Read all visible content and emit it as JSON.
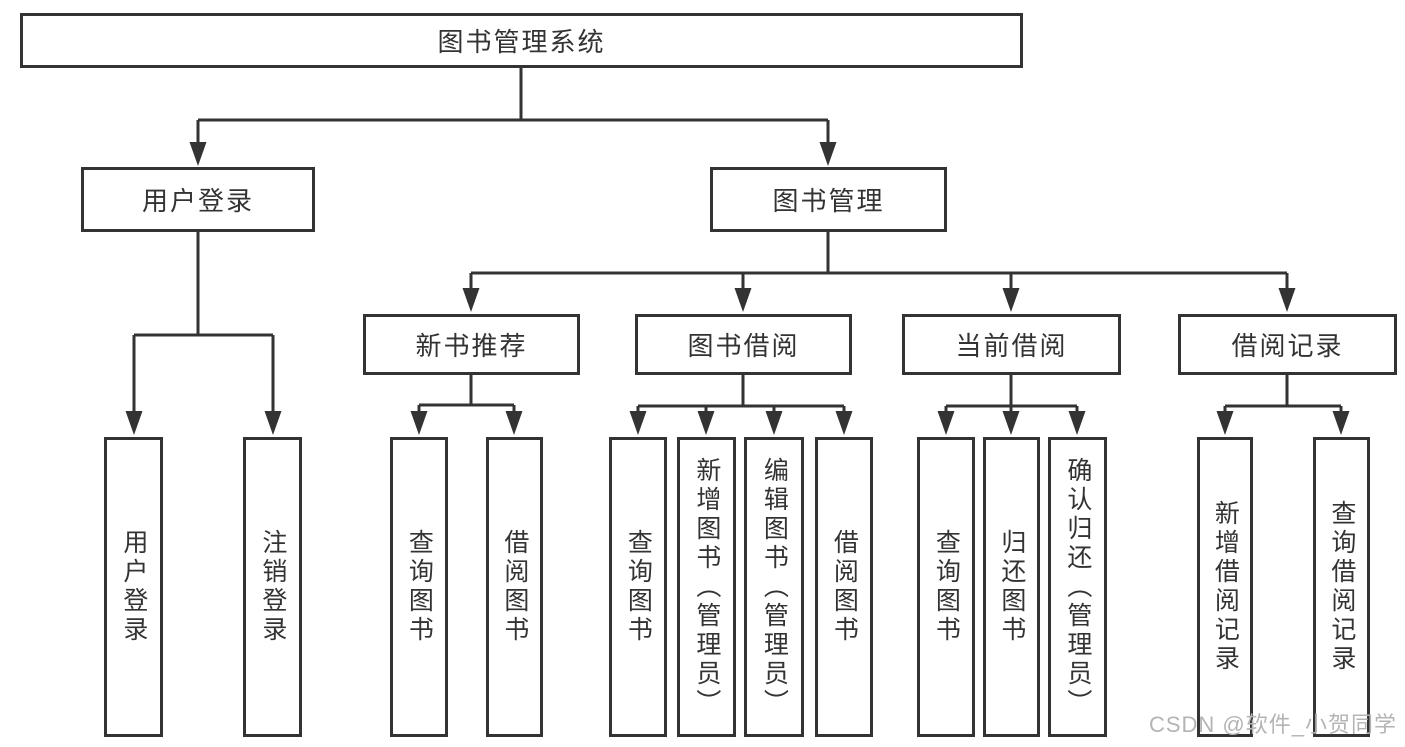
{
  "diagram": {
    "title": "图书管理系统",
    "watermark": "CSDN @软件_小贺同学",
    "colors": {
      "line": "#333333",
      "box_border": "#333333",
      "text": "#333333",
      "background": "#ffffff",
      "watermark": "#b4b4b6"
    },
    "nodes": {
      "root": {
        "label": "图书管理系统"
      },
      "level2": [
        {
          "label": "用户登录"
        },
        {
          "label": "图书管理"
        }
      ],
      "level3": [
        {
          "label": "新书推荐"
        },
        {
          "label": "图书借阅"
        },
        {
          "label": "当前借阅"
        },
        {
          "label": "借阅记录"
        }
      ],
      "leaves": [
        {
          "label": "用户登录"
        },
        {
          "label": "注销登录"
        },
        {
          "label": "查询图书"
        },
        {
          "label": "借阅图书"
        },
        {
          "label": "查询图书"
        },
        {
          "label": "新增图书（管理员）"
        },
        {
          "label": "编辑图书（管理员）"
        },
        {
          "label": "借阅图书"
        },
        {
          "label": "查询图书"
        },
        {
          "label": "归还图书"
        },
        {
          "label": "确认归还（管理员）"
        },
        {
          "label": "新增借阅记录"
        },
        {
          "label": "查询借阅记录"
        }
      ]
    }
  }
}
